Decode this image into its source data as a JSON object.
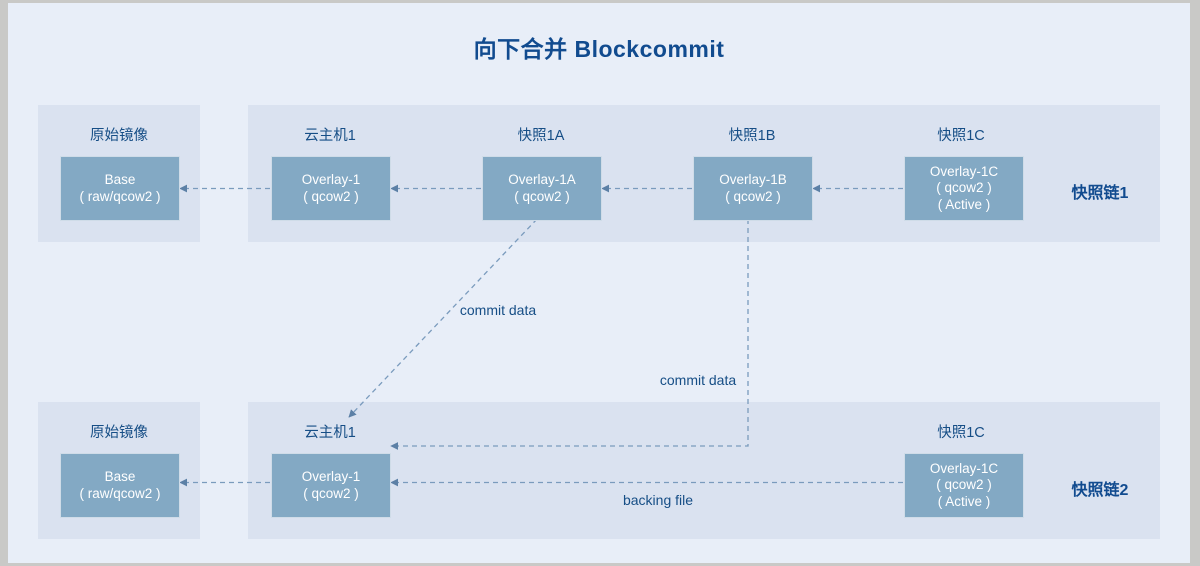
{
  "title": "向下合并 Blockcommit",
  "colors": {
    "page_bg": "#e8eef8",
    "panel_bg": "#dae2f0",
    "node_fill": "#83a9c4",
    "node_text": "#ffffff",
    "heading_text": "#114b8f",
    "caption_text": "#164e86",
    "wire": "#7a9bbd",
    "frame": "#c9c9c7"
  },
  "chains": [
    {
      "id": "chain-1",
      "label": "快照链1",
      "groups": [
        {
          "id": "base-image",
          "caption": "原始镜像",
          "node": {
            "name": "Base",
            "lines": [
              "Base",
              "( raw/qcow2 )"
            ]
          }
        },
        {
          "id": "vm-1",
          "caption": "云主机1",
          "node": {
            "name": "Overlay-1",
            "lines": [
              "Overlay-1",
              "( qcow2 )"
            ]
          }
        },
        {
          "id": "snapshot-1a",
          "caption": "快照1A",
          "node": {
            "name": "Overlay-1A",
            "lines": [
              "Overlay-1A",
              "( qcow2 )"
            ]
          }
        },
        {
          "id": "snapshot-1b",
          "caption": "快照1B",
          "node": {
            "name": "Overlay-1B",
            "lines": [
              "Overlay-1B",
              "( qcow2 )"
            ]
          }
        },
        {
          "id": "snapshot-1c",
          "caption": "快照1C",
          "node": {
            "name": "Overlay-1C",
            "lines": [
              "Overlay-1C",
              "( qcow2 )",
              "( Active )"
            ]
          }
        }
      ]
    },
    {
      "id": "chain-2",
      "label": "快照链2",
      "groups": [
        {
          "id": "base-image-2",
          "caption": "原始镜像",
          "node": {
            "name": "Base",
            "lines": [
              "Base",
              "( raw/qcow2 )"
            ]
          }
        },
        {
          "id": "vm-1-merged",
          "caption": "云主机1",
          "node": {
            "name": "Overlay-1",
            "lines": [
              "Overlay-1",
              "( qcow2 )"
            ]
          }
        },
        {
          "id": "snapshot-1c-2",
          "caption": "快照1C",
          "node": {
            "name": "Overlay-1C",
            "lines": [
              "Overlay-1C",
              "( qcow2 )",
              "( Active )"
            ]
          }
        }
      ]
    }
  ],
  "edge_labels": {
    "commit_data_a": "commit data",
    "commit_data_b": "commit data",
    "backing_file": "backing file"
  }
}
